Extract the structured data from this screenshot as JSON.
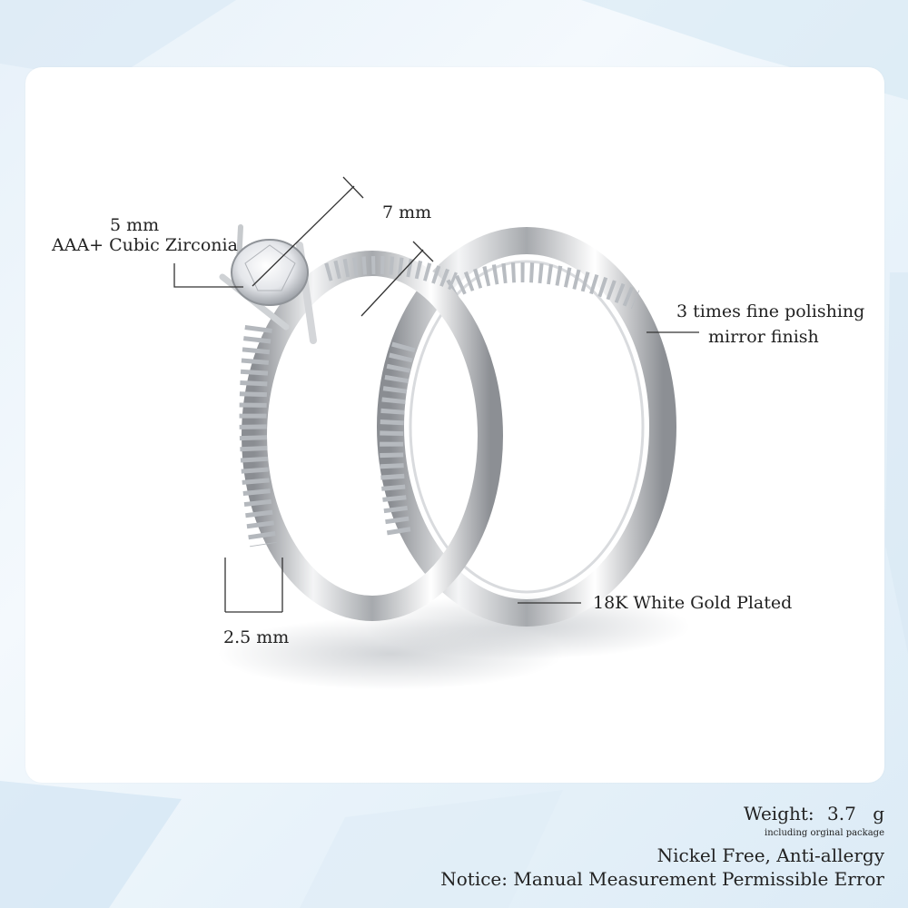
{
  "annotations": {
    "stone_size": "5 mm",
    "stone_type": "AAA+ Cubic Zirconia",
    "band_width_top": "7 mm",
    "polish_line1": "3 times fine polishing",
    "polish_line2": "mirror finish",
    "band_width_bottom": "2.5 mm",
    "plating": "18K White Gold Plated"
  },
  "footer": {
    "weight_label": "Weight:",
    "weight_value": "3.7",
    "weight_unit": "g",
    "weight_note": "including orginal package",
    "feature": "Nickel Free, Anti-allergy",
    "notice": "Notice: Manual Measurement Permissible Error"
  }
}
